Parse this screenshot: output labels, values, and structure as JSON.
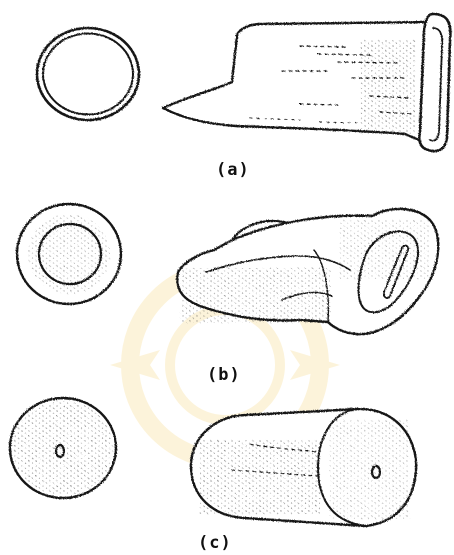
{
  "panels": [
    {
      "id": "a",
      "label": "(a)"
    },
    {
      "id": "b",
      "label": "(b)"
    },
    {
      "id": "c",
      "label": "(c)"
    }
  ],
  "colors": {
    "ink": "#151515",
    "paper": "#ffffff",
    "watermark": "#f4c23a"
  }
}
